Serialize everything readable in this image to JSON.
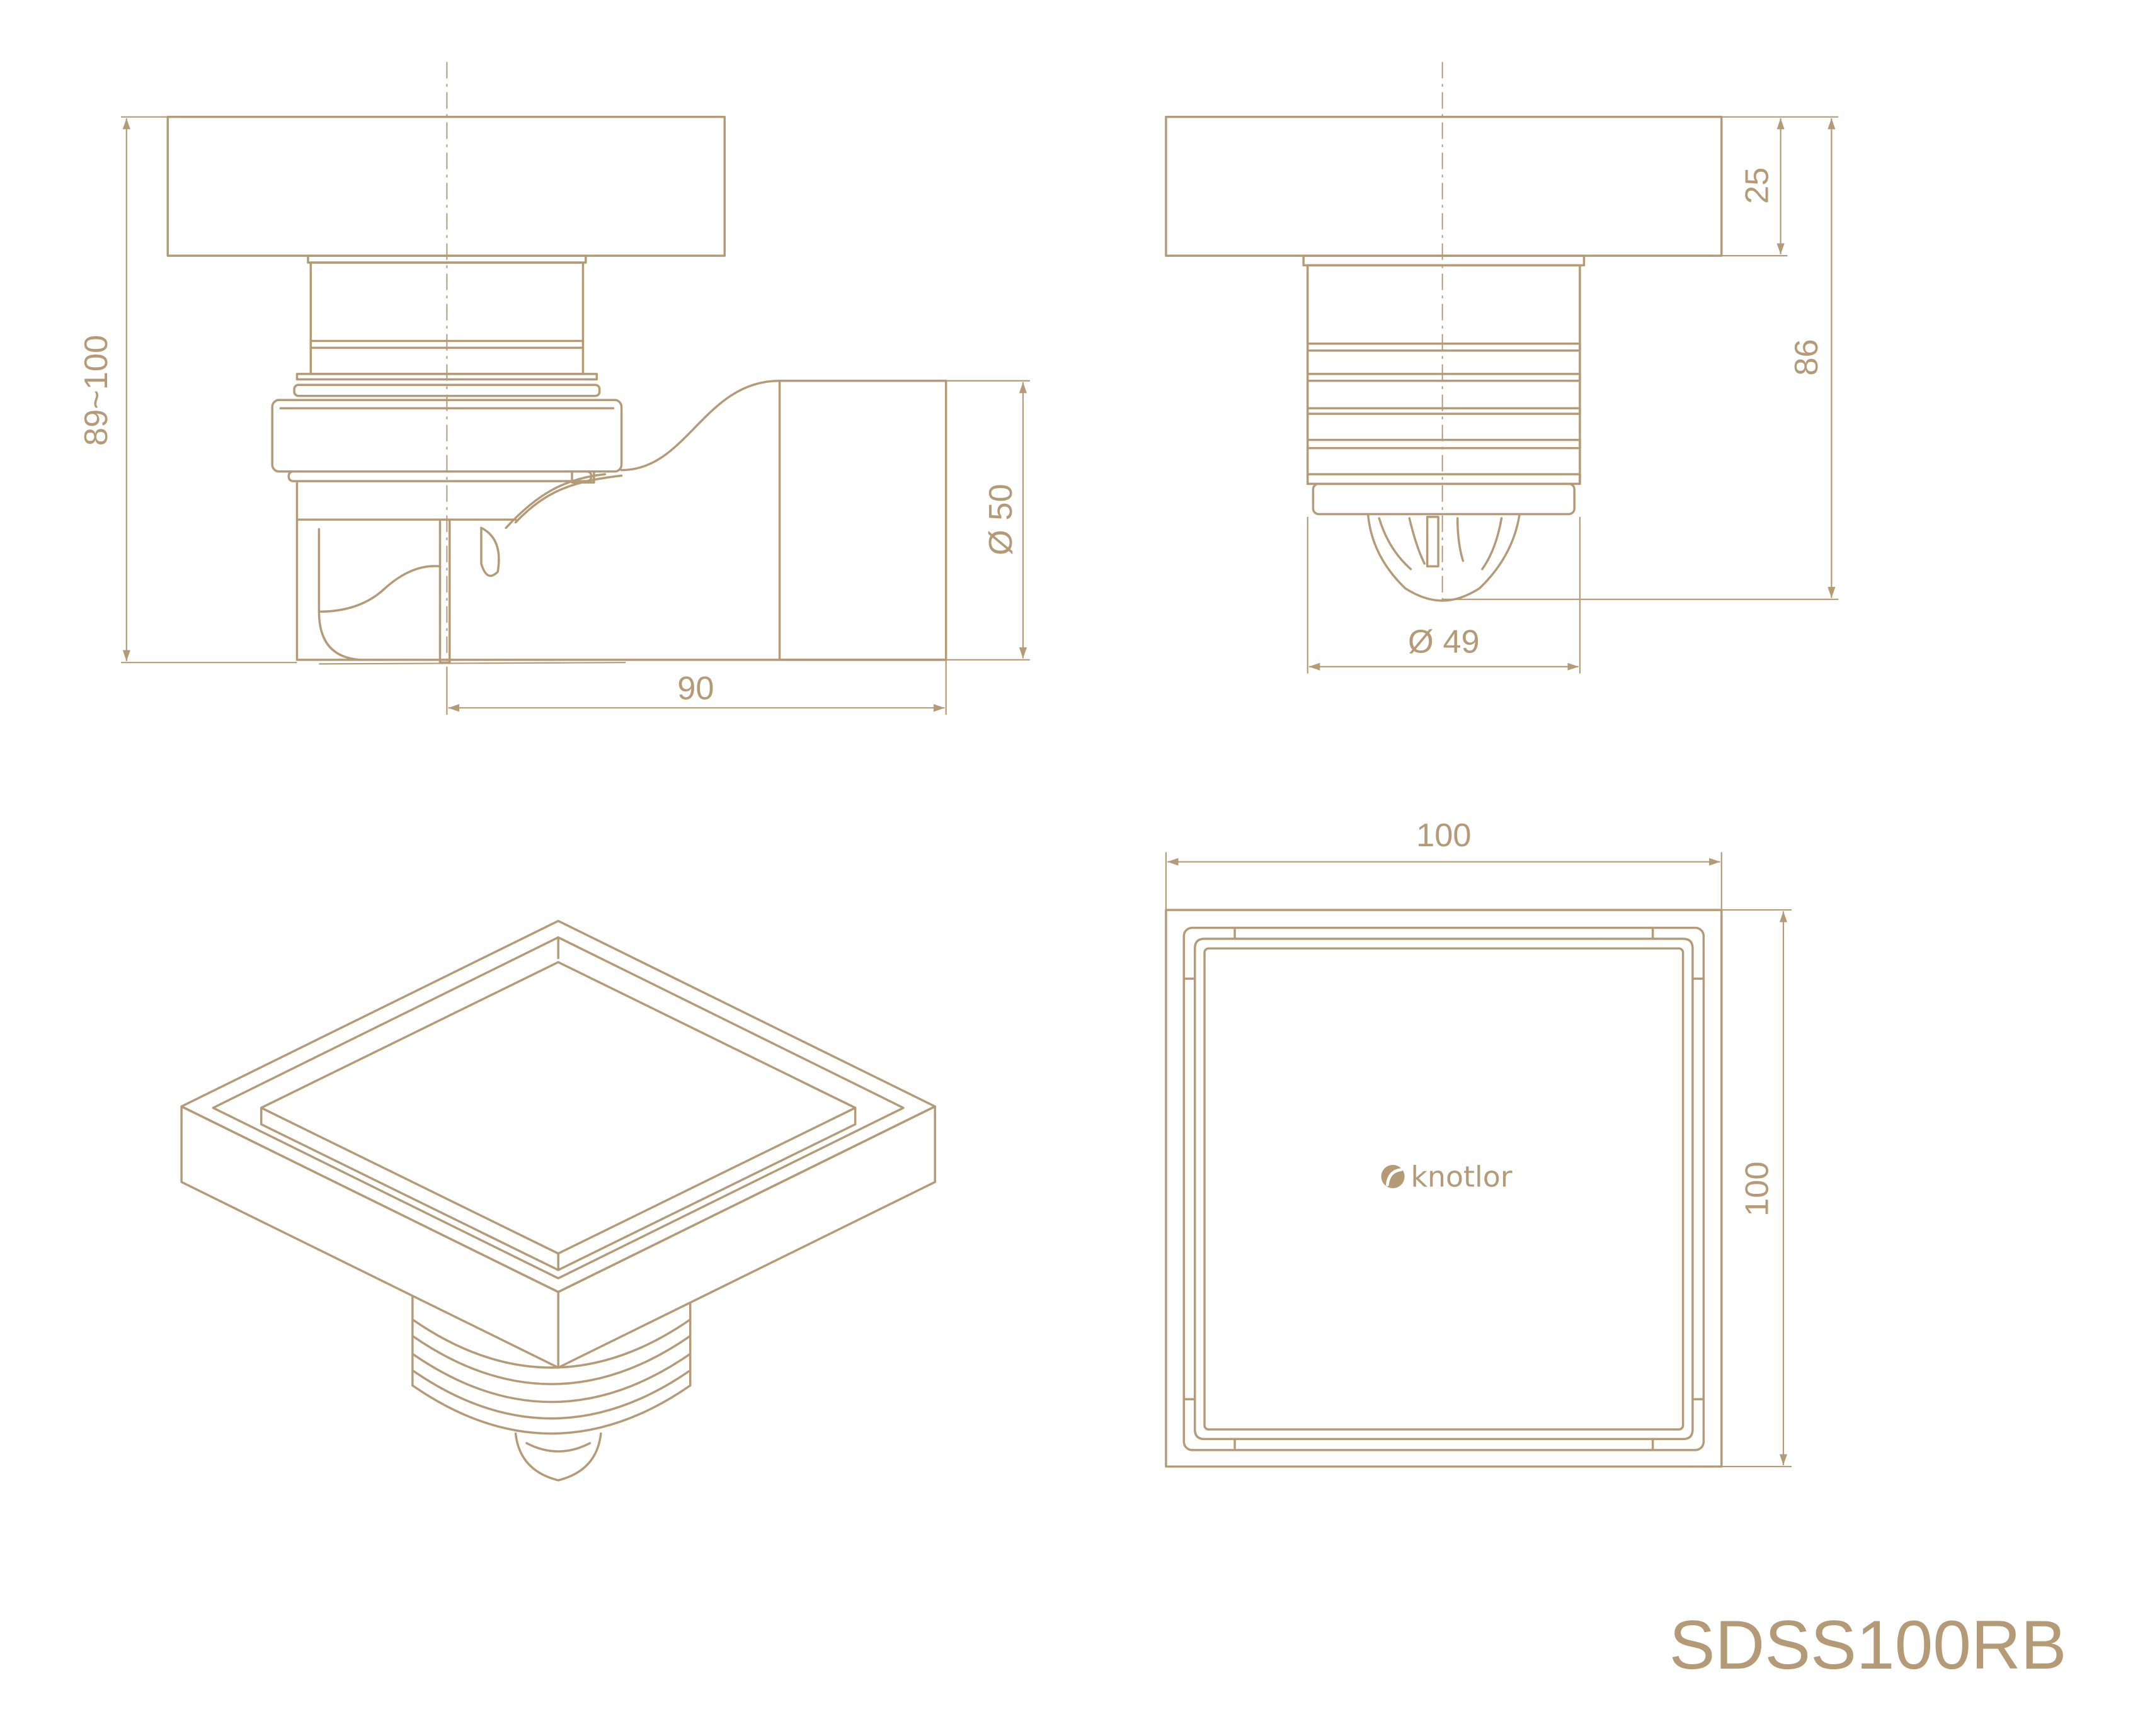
{
  "colors": {
    "line": "#b49a76",
    "background": "#ffffff"
  },
  "side_view": {
    "height_dimension": "89~100",
    "outlet_length_dimension": "90",
    "outlet_diameter_dimension": "Ø 50"
  },
  "front_view": {
    "plate_height_dimension": "25",
    "body_height_dimension": "86",
    "body_diameter_dimension": "Ø 49"
  },
  "top_view": {
    "width_dimension": "100",
    "depth_dimension": "100",
    "logo": {
      "text": "knotlor",
      "icon": "leaf-icon"
    }
  },
  "model": "SDSS100RB"
}
